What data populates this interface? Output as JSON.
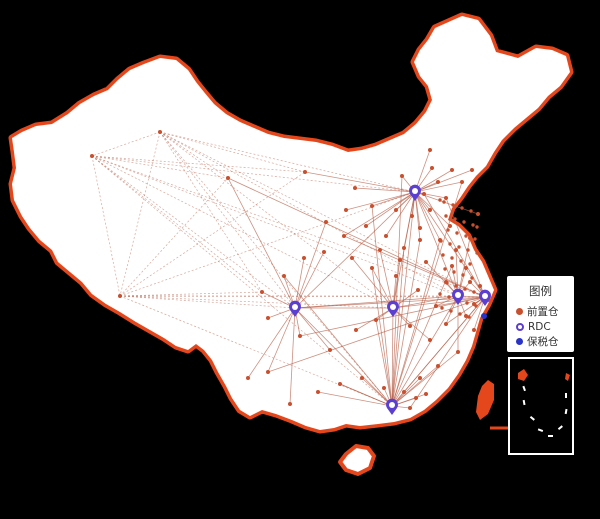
{
  "legend": {
    "title": "图例",
    "items": [
      {
        "label": "前置仓",
        "type": "front-warehouse",
        "color": "#c8502e"
      },
      {
        "label": "RDC",
        "type": "rdc",
        "color": "#5b3fd1"
      },
      {
        "label": "保税仓",
        "type": "bonded-warehouse",
        "color": "#2a33c9"
      }
    ]
  },
  "colors": {
    "land": "#ffffff",
    "border": "#e4471b",
    "route": "#b8614a",
    "background": "#000000"
  }
}
